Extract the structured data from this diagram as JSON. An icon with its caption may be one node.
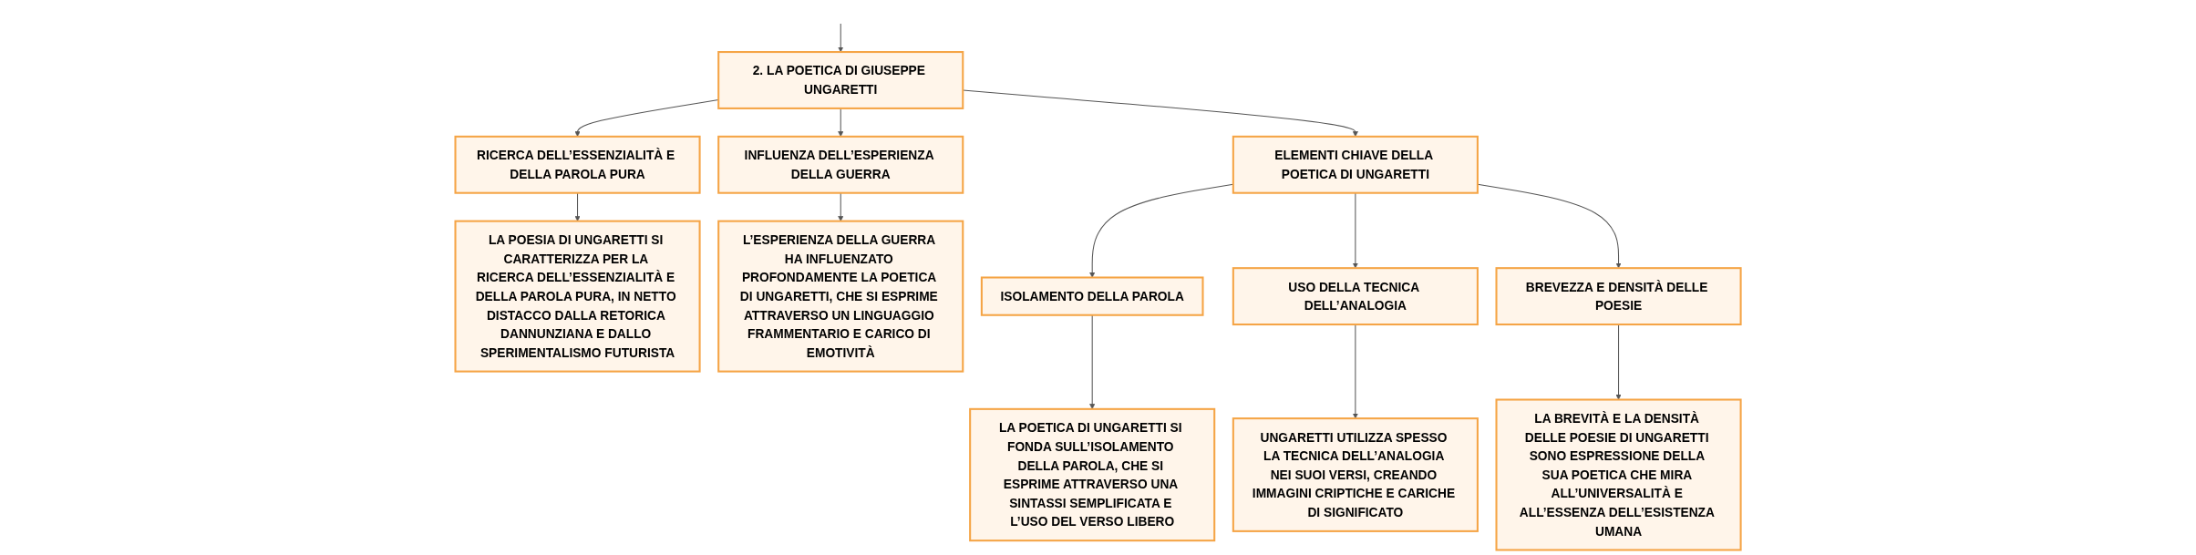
{
  "diagram": {
    "nodes": [
      {
        "text": [
          "2. LA POETICA DI GIUSEPPE UNGARETTI"
        ]
      },
      {
        "text": [
          "RICERCA DELL’ESSENZIALITÀ E DELLA PAROLA PURA"
        ]
      },
      {
        "text": [
          "LA POESIA DI UNGARETTI SI CARATTERIZZA PER LA RICERCA DELL’ESSENZIALITÀ E DELLA PAROLA PURA, IN NETTO DISTACCO DALLA RETORICA DANNUNZIANA E DALLO SPERIMENTALISMO FUTURISTA"
        ]
      },
      {
        "text": [
          "INFLUENZA DELL’ESPERIENZA DELLA GUERRA"
        ]
      },
      {
        "text": [
          "L’ESPERIENZA DELLA GUERRA HA INFLUENZATO PROFONDAMENTE LA POETICA DI UNGARETTI, CHE SI ESPRIME ATTRAVERSO UN LINGUAGGIO FRAMMENTARIO E CARICO DI EMOTIVITÀ"
        ]
      },
      {
        "text": [
          "ELEMENTI CHIAVE DELLA POETICA DI UNGARETTI"
        ]
      },
      {
        "text": [
          "ISOLAMENTO DELLA PAROLA"
        ]
      },
      {
        "text": [
          "LA POETICA DI UNGARETTI SI FONDA SULL’ISOLAMENTO DELLA PAROLA, CHE SI ESPRIME ATTRAVERSO UNA SINTASSI SEMPLIFICATA E L’USO DEL VERSO LIBERO"
        ]
      },
      {
        "text": [
          "USO DELLA TECNICA DELL’ANALOGIA"
        ]
      },
      {
        "text": [
          "UNGARETTI UTILIZZA SPESSO LA TECNICA DELL’ANALOGIA NEI SUOI VERSI, CREANDO IMMAGINI CRIPTICHE E CARICHE DI SIGNIFICATO"
        ]
      },
      {
        "text": [
          "BREVEZZA E DENSITÀ DELLE POESIE"
        ]
      },
      {
        "text": [
          "LA BREVITÀ E LA DENSITÀ DELLE POESIE DI UNGARETTI SONO ESPRESSIONE DELLA SUA POETICA CHE MIRA ALL’UNIVERSALITÀ E ALL’ESSENZA DELL’ESISTENZA UMANA"
        ]
      }
    ],
    "edges": [
      {
        "from": null,
        "to": 0,
        "arrow": "to"
      },
      {
        "from": 0,
        "to": 1,
        "arrow": "to"
      },
      {
        "from": 1,
        "to": 2,
        "arrow": "to"
      },
      {
        "from": 0,
        "to": 3,
        "arrow": "to"
      },
      {
        "from": 3,
        "to": 4,
        "arrow": "to"
      },
      {
        "from": 0,
        "to": 5,
        "arrow": "to"
      },
      {
        "from": 5,
        "to": 6,
        "arrow": "to"
      },
      {
        "from": 6,
        "to": 7,
        "arrow": "to"
      },
      {
        "from": 5,
        "to": 8,
        "arrow": "to"
      },
      {
        "from": 8,
        "to": 9,
        "arrow": "to"
      },
      {
        "from": 5,
        "to": 10,
        "arrow": "to"
      },
      {
        "from": 10,
        "to": 11,
        "arrow": "to"
      }
    ]
  }
}
